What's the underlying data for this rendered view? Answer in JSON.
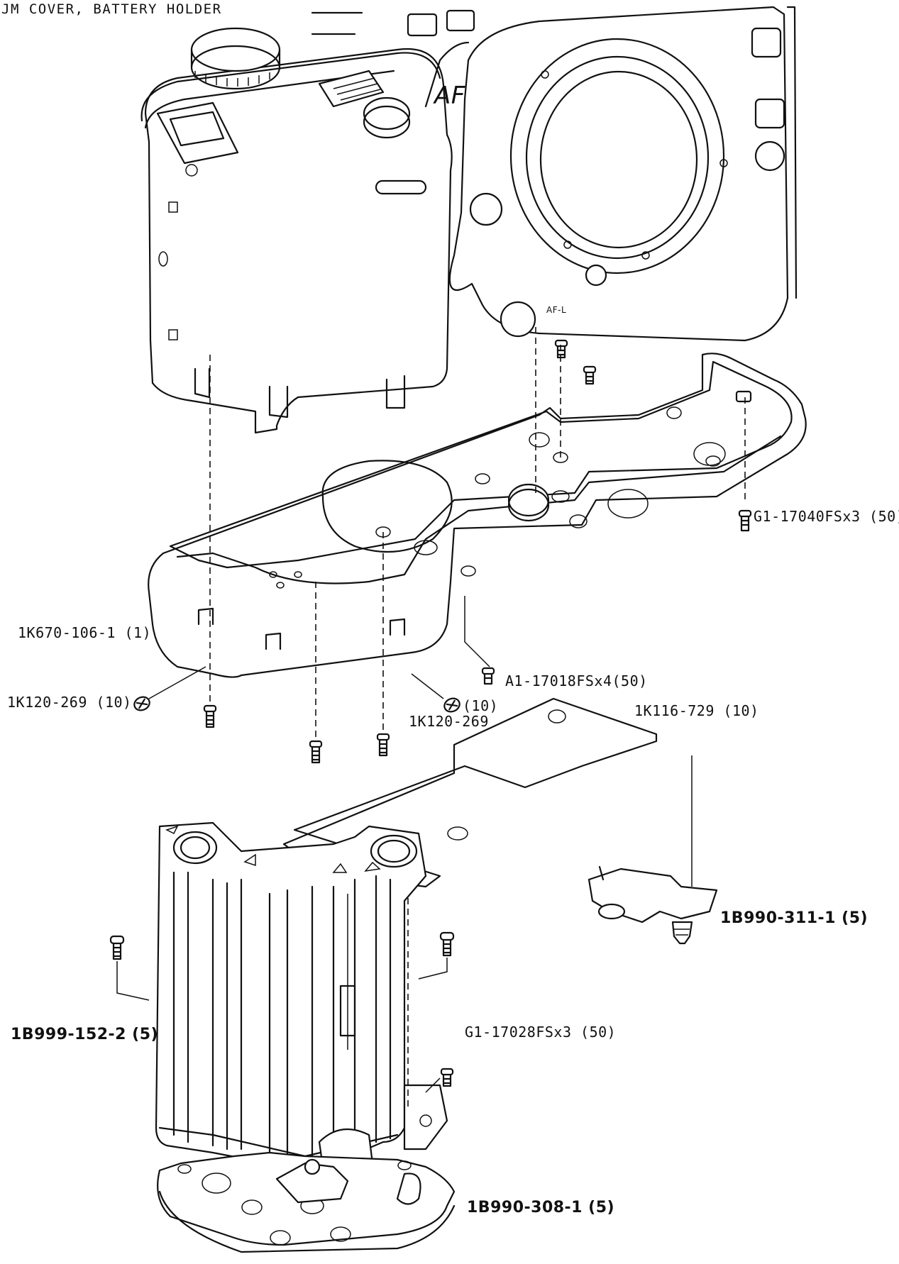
{
  "header": {
    "title": "JM COVER, BATTERY HOLDER"
  },
  "body_text": {
    "af_mark": "AF",
    "afl_mark": "AF-L"
  },
  "callouts": [
    {
      "id": "1k670",
      "part": "1K670-106-1",
      "qty": "(1)"
    },
    {
      "id": "1k120a",
      "part": "1K120-269",
      "qty": "(10)"
    },
    {
      "id": "1k120b_qty",
      "part": "",
      "qty": "(10)"
    },
    {
      "id": "1k120b",
      "part": "1K120-269",
      "qty": ""
    },
    {
      "id": "a1",
      "part": "A1-17018FSx4",
      "qty": "(50)"
    },
    {
      "id": "g1a",
      "part": "G1-17040FSx3",
      "qty": "(50)"
    },
    {
      "id": "1k116",
      "part": "1K116-729",
      "qty": "(10)"
    },
    {
      "id": "1b990_311",
      "part": "1B990-311-1",
      "qty": "(5)"
    },
    {
      "id": "1b999",
      "part": "1B999-152-2",
      "qty": "(5)"
    },
    {
      "id": "g1b",
      "part": "G1-17028FSx3",
      "qty": "(50)"
    },
    {
      "id": "1b990_308",
      "part": "1B990-308-1",
      "qty": "(5)"
    }
  ]
}
